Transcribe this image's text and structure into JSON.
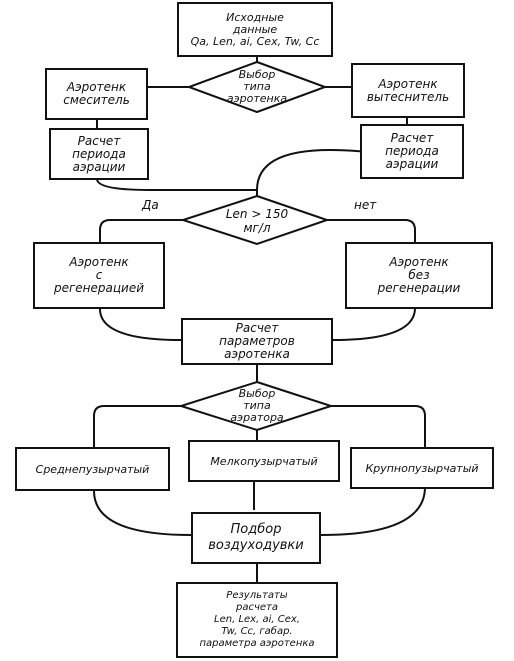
{
  "input_block": "Исходные\nданные\nQa, Len, ai, Cex, Tw, Cc",
  "choose_aerotank": "Выбор\nтипа\nаэротенка",
  "aerotank_mixer": "Аэротенк\nсмеситель",
  "aerotank_displacer": "Аэротенк\nвытеснитель",
  "aeration_calc_left": "Расчет\nпериода\nаэрации",
  "aeration_calc_right": "Расчет\nпериода\nаэрации",
  "condition": "Len > 150\nмг/л",
  "yes_label": "Да",
  "no_label": "нет",
  "with_regeneration": "Аэротенк\nс\nрегенерацией",
  "without_regeneration": "Аэротенк\nбез\nрегенерации",
  "params_calc": "Расчет\nпараметров\nаэротенка",
  "choose_aerator": "Выбор\nтипа\nаэратора",
  "aerator_medium": "Среднепузырчатый",
  "aerator_fine": "Мелкопузырчатый",
  "aerator_coarse": "Крупнопузырчатый",
  "blower_selection": "Подбор\nвоздуходувки",
  "result_block": "Результаты\nрасчета\nLen, Lex, ai, Cex,\nTw, Cc, габар.\nпараметра аэротенка"
}
